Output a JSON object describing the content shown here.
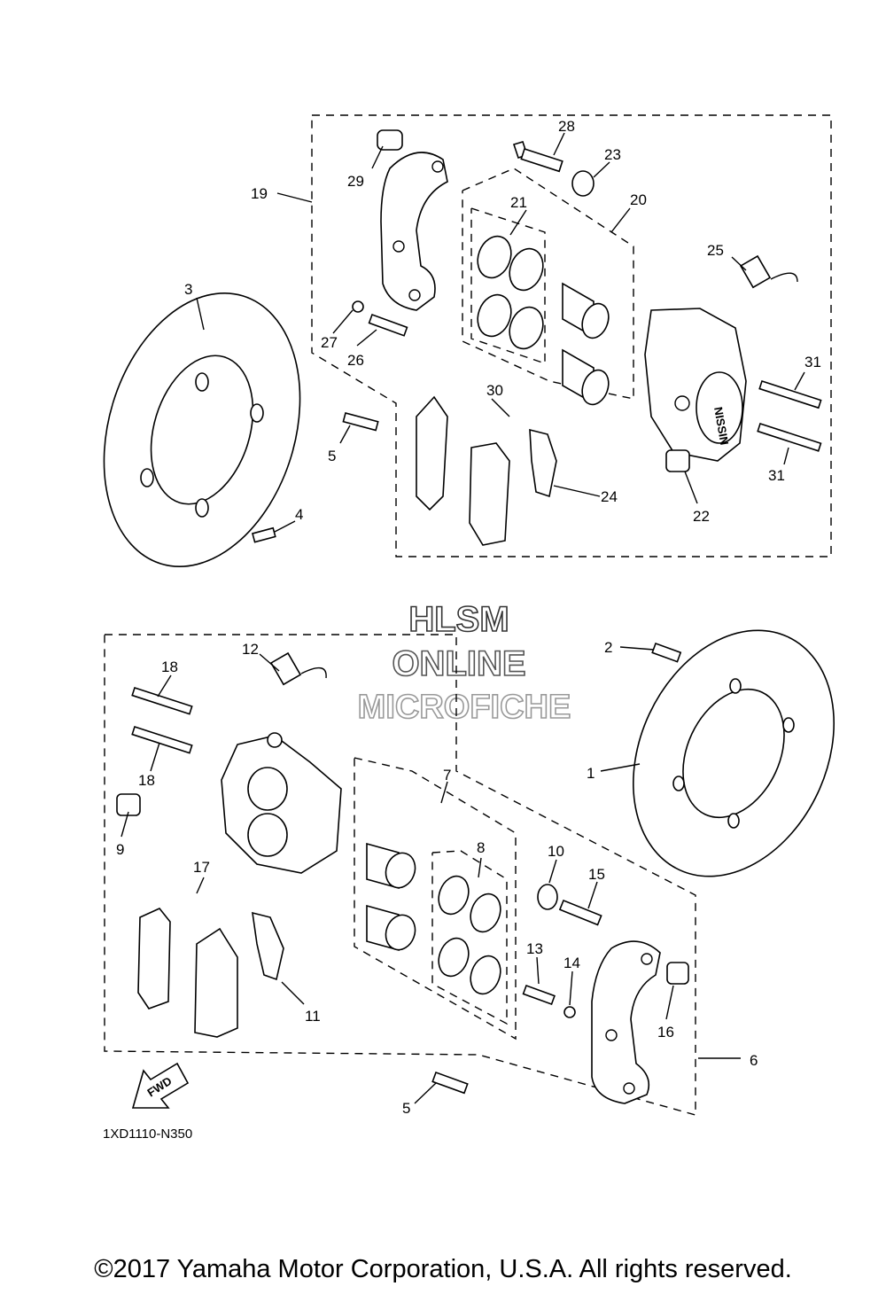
{
  "watermark": {
    "line1": "HLSM",
    "line2": "ONLINE",
    "line3": "MICROFICHE"
  },
  "diagram_code": "1XD1110-N350",
  "fwd_label": "FWD",
  "copyright": "©2017 Yamaha Motor Corporation, U.S.A. All rights reserved.",
  "callouts": [
    "1",
    "2",
    "3",
    "4",
    "5",
    "5",
    "6",
    "7",
    "8",
    "9",
    "10",
    "11",
    "12",
    "13",
    "14",
    "15",
    "16",
    "17",
    "18",
    "18",
    "19",
    "20",
    "21",
    "22",
    "23",
    "24",
    "25",
    "26",
    "27",
    "28",
    "29",
    "30",
    "31",
    "31"
  ]
}
